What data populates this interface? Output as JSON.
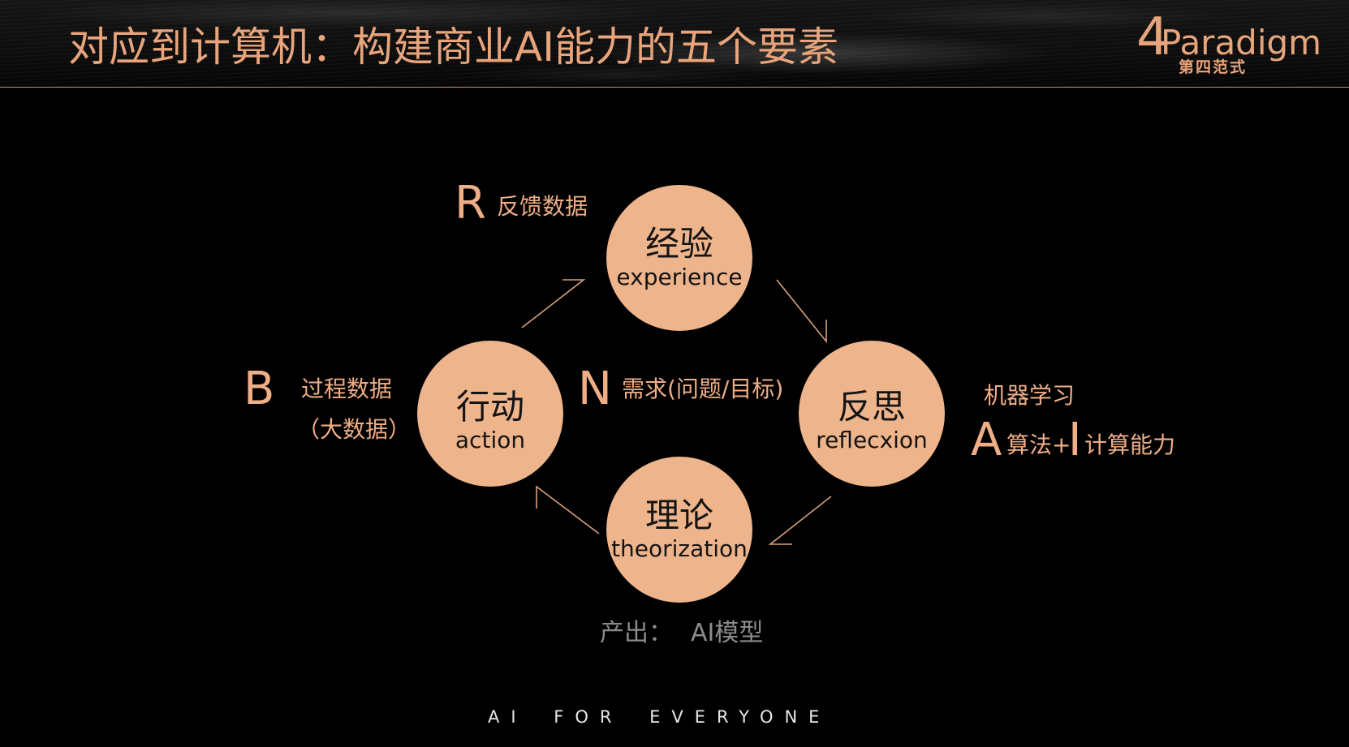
{
  "slide": {
    "title": "对应到计算机：构建商业AI能力的五个要素",
    "footer": "AI FOR EVERYONE"
  },
  "logo": {
    "digit": "4",
    "brand": "Paradigm",
    "subtitle": "第四范式"
  },
  "diagram": {
    "nodes": [
      {
        "zh": "经验",
        "en": "experience"
      },
      {
        "zh": "行动",
        "en": "action"
      },
      {
        "zh": "反思",
        "en": "reflecxion"
      },
      {
        "zh": "理论",
        "en": "theorization"
      }
    ],
    "labels": {
      "feedback": {
        "letter": "R",
        "text": "反馈数据"
      },
      "process": {
        "letter": "B",
        "text": "过程数据",
        "note": "（大数据）"
      },
      "need": {
        "letter": "N",
        "text": "需求(问题/目标)"
      },
      "ml": {
        "text": "机器学习"
      },
      "algorithm": {
        "letter": "A",
        "text": "算法+"
      },
      "compute": {
        "letter": "I",
        "text": "计算能力"
      }
    },
    "output": {
      "prefix": "产出：",
      "text": "AI模型"
    }
  },
  "colors": {
    "background": "#000000",
    "accent": "#E8A47B",
    "label": "#EFAE86",
    "circle": "#EEB48B",
    "arrow": "#D8A07C",
    "muted": "#8C8C8C",
    "footer": "#E6E6E6"
  }
}
